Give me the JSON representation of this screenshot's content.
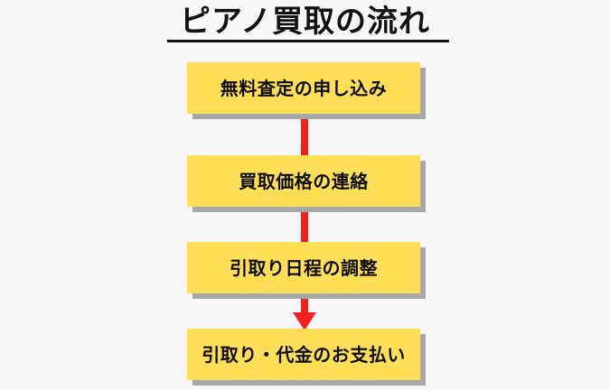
{
  "page": {
    "title": "ピアノ買取の流れ",
    "background_color": "#f7f7f7"
  },
  "theme": {
    "box_fill": "#ffdd55",
    "box_shadow": "#a8a8a8",
    "connector_color": "#f41f1f",
    "text_color": "#0d0d0d",
    "title_color": "#111111"
  },
  "flow": {
    "steps": [
      {
        "index": "1",
        "label": "無料査定の申し込み"
      },
      {
        "index": "2",
        "label": "買取価格の連絡"
      },
      {
        "index": "3",
        "label": "引取り日程の調整"
      },
      {
        "index": "4",
        "label": "引取り・代金のお支払い"
      }
    ],
    "connectors": [
      {
        "from": "1",
        "to": "2",
        "style": "line"
      },
      {
        "from": "2",
        "to": "3",
        "style": "line"
      },
      {
        "from": "3",
        "to": "4",
        "style": "arrow"
      }
    ]
  }
}
